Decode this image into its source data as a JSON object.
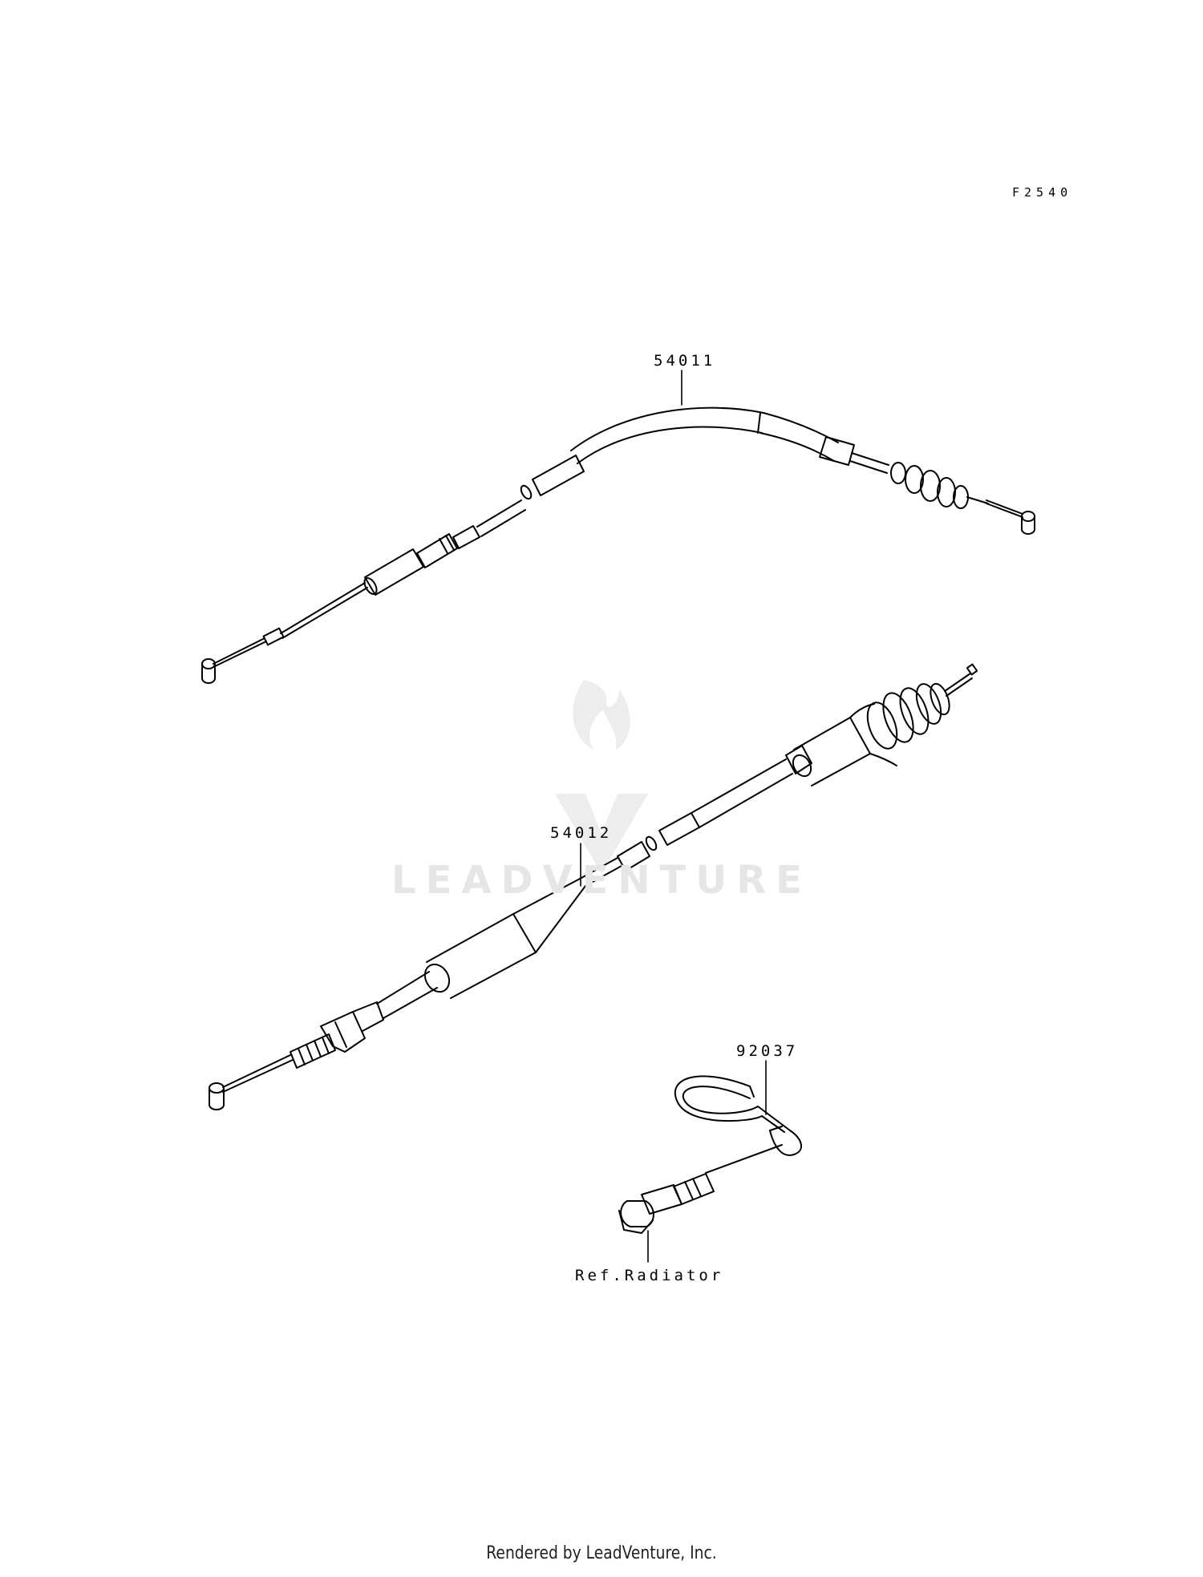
{
  "diagram": {
    "figure_code": "F2540",
    "callouts": {
      "part_54011": "54011",
      "part_54012": "54012",
      "part_92037": "92037",
      "ref_radiator": "Ref.Radiator"
    },
    "watermark": "LEADVENTURE"
  },
  "footer": {
    "text": "Rendered by LeadVenture, Inc."
  }
}
